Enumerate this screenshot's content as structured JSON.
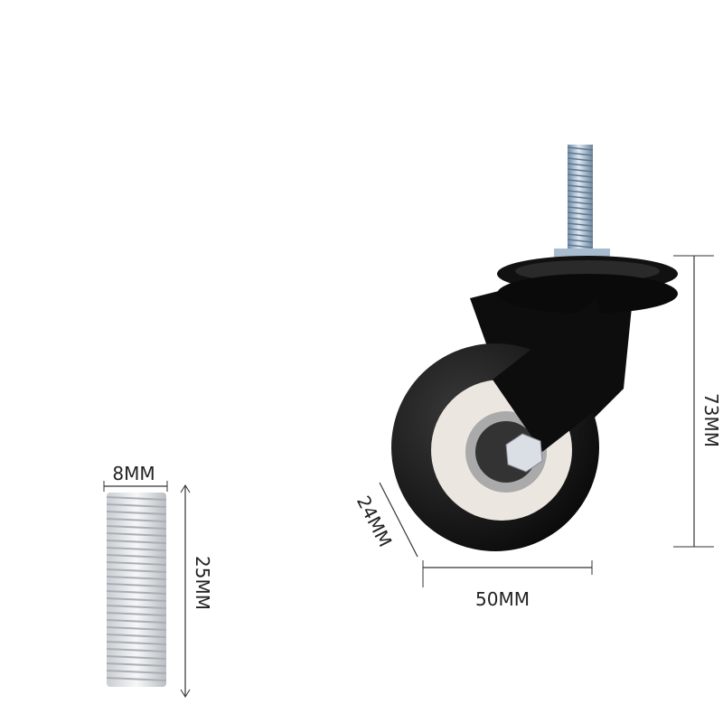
{
  "dimensions": {
    "screw_diameter": "8MM",
    "screw_length": "25MM",
    "total_height": "73MM",
    "wheel_diameter": "50MM",
    "wheel_width": "24MM"
  },
  "colors": {
    "wheel_tread": "#111111",
    "wheel_core": "#e9e6df",
    "bracket": "#0d0d0d",
    "bolt": "#9fb6cc",
    "dimension_line": "#333333"
  }
}
